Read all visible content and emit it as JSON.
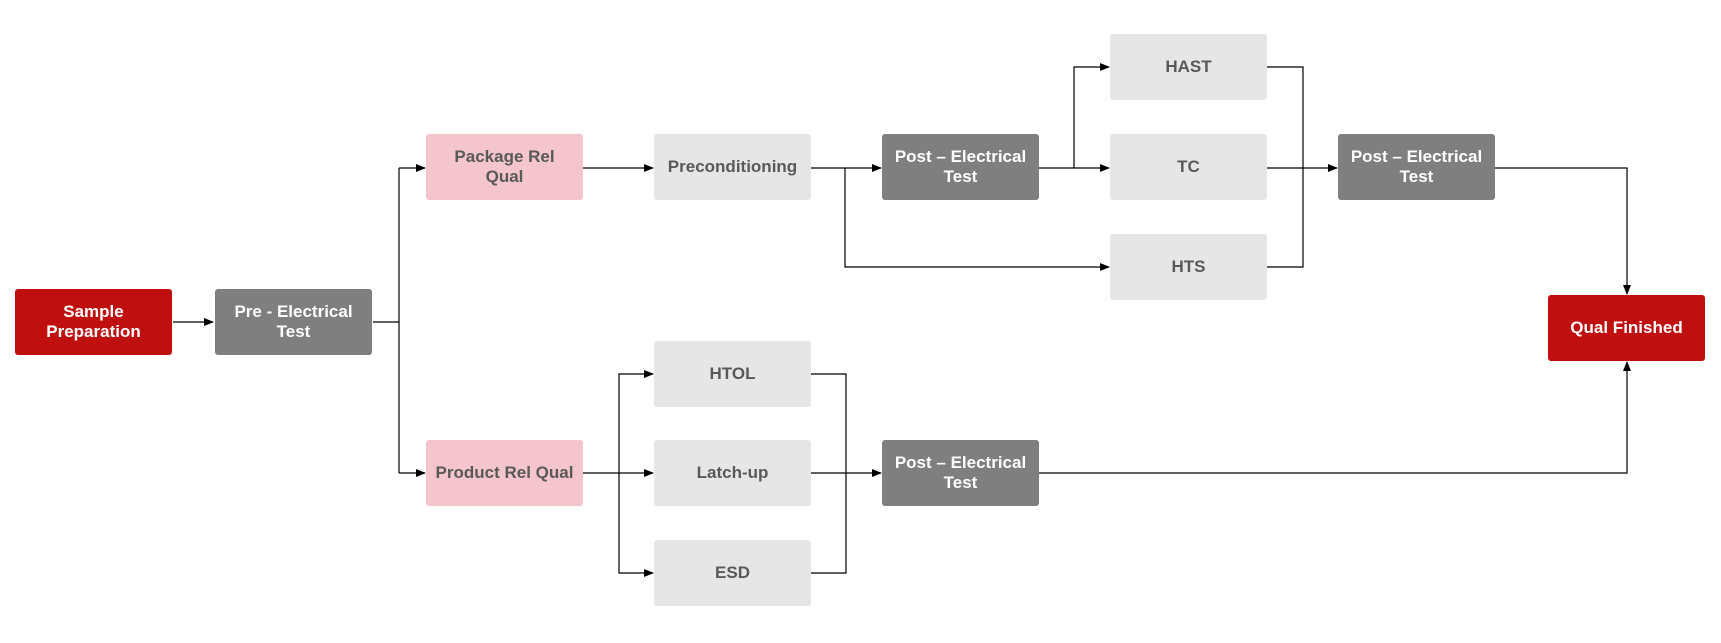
{
  "nodes": {
    "sample_prep": {
      "label": "Sample\nPreparation",
      "color": "#c00f0f"
    },
    "pre_electrical": {
      "label": "Pre - Electrical\nTest",
      "color": "#7f7f7f"
    },
    "package_rel_qual": {
      "label": "Package Rel\nQual",
      "color": "#f4c5cc"
    },
    "product_rel_qual": {
      "label": "Product Rel Qual",
      "color": "#f4c5cc"
    },
    "preconditioning": {
      "label": "Preconditioning",
      "color": "#e6e6e6"
    },
    "post_electrical_1": {
      "label": "Post – Electrical\nTest",
      "color": "#7f7f7f"
    },
    "hast": {
      "label": "HAST",
      "color": "#e6e6e6"
    },
    "tc": {
      "label": "TC",
      "color": "#e6e6e6"
    },
    "hts": {
      "label": "HTS",
      "color": "#e6e6e6"
    },
    "post_electrical_2": {
      "label": "Post – Electrical\nTest",
      "color": "#7f7f7f"
    },
    "htol": {
      "label": "HTOL",
      "color": "#e6e6e6"
    },
    "latch_up": {
      "label": "Latch-up",
      "color": "#e6e6e6"
    },
    "esd": {
      "label": "ESD",
      "color": "#e6e6e6"
    },
    "post_electrical_3": {
      "label": "Post – Electrical\nTest",
      "color": "#7f7f7f"
    },
    "qual_finished": {
      "label": "Qual Finished",
      "color": "#c00f0f"
    }
  },
  "edges": [
    [
      "sample_prep",
      "pre_electrical"
    ],
    [
      "pre_electrical",
      "package_rel_qual"
    ],
    [
      "pre_electrical",
      "product_rel_qual"
    ],
    [
      "package_rel_qual",
      "preconditioning"
    ],
    [
      "preconditioning",
      "post_electrical_1"
    ],
    [
      "preconditioning",
      "hts"
    ],
    [
      "post_electrical_1",
      "hast"
    ],
    [
      "post_electrical_1",
      "tc"
    ],
    [
      "hast",
      "post_electrical_2"
    ],
    [
      "tc",
      "post_electrical_2"
    ],
    [
      "hts",
      "post_electrical_2"
    ],
    [
      "post_electrical_2",
      "qual_finished"
    ],
    [
      "product_rel_qual",
      "htol"
    ],
    [
      "product_rel_qual",
      "latch_up"
    ],
    [
      "product_rel_qual",
      "esd"
    ],
    [
      "htol",
      "post_electrical_3"
    ],
    [
      "latch_up",
      "post_electrical_3"
    ],
    [
      "esd",
      "post_electrical_3"
    ],
    [
      "post_electrical_3",
      "qual_finished"
    ]
  ]
}
